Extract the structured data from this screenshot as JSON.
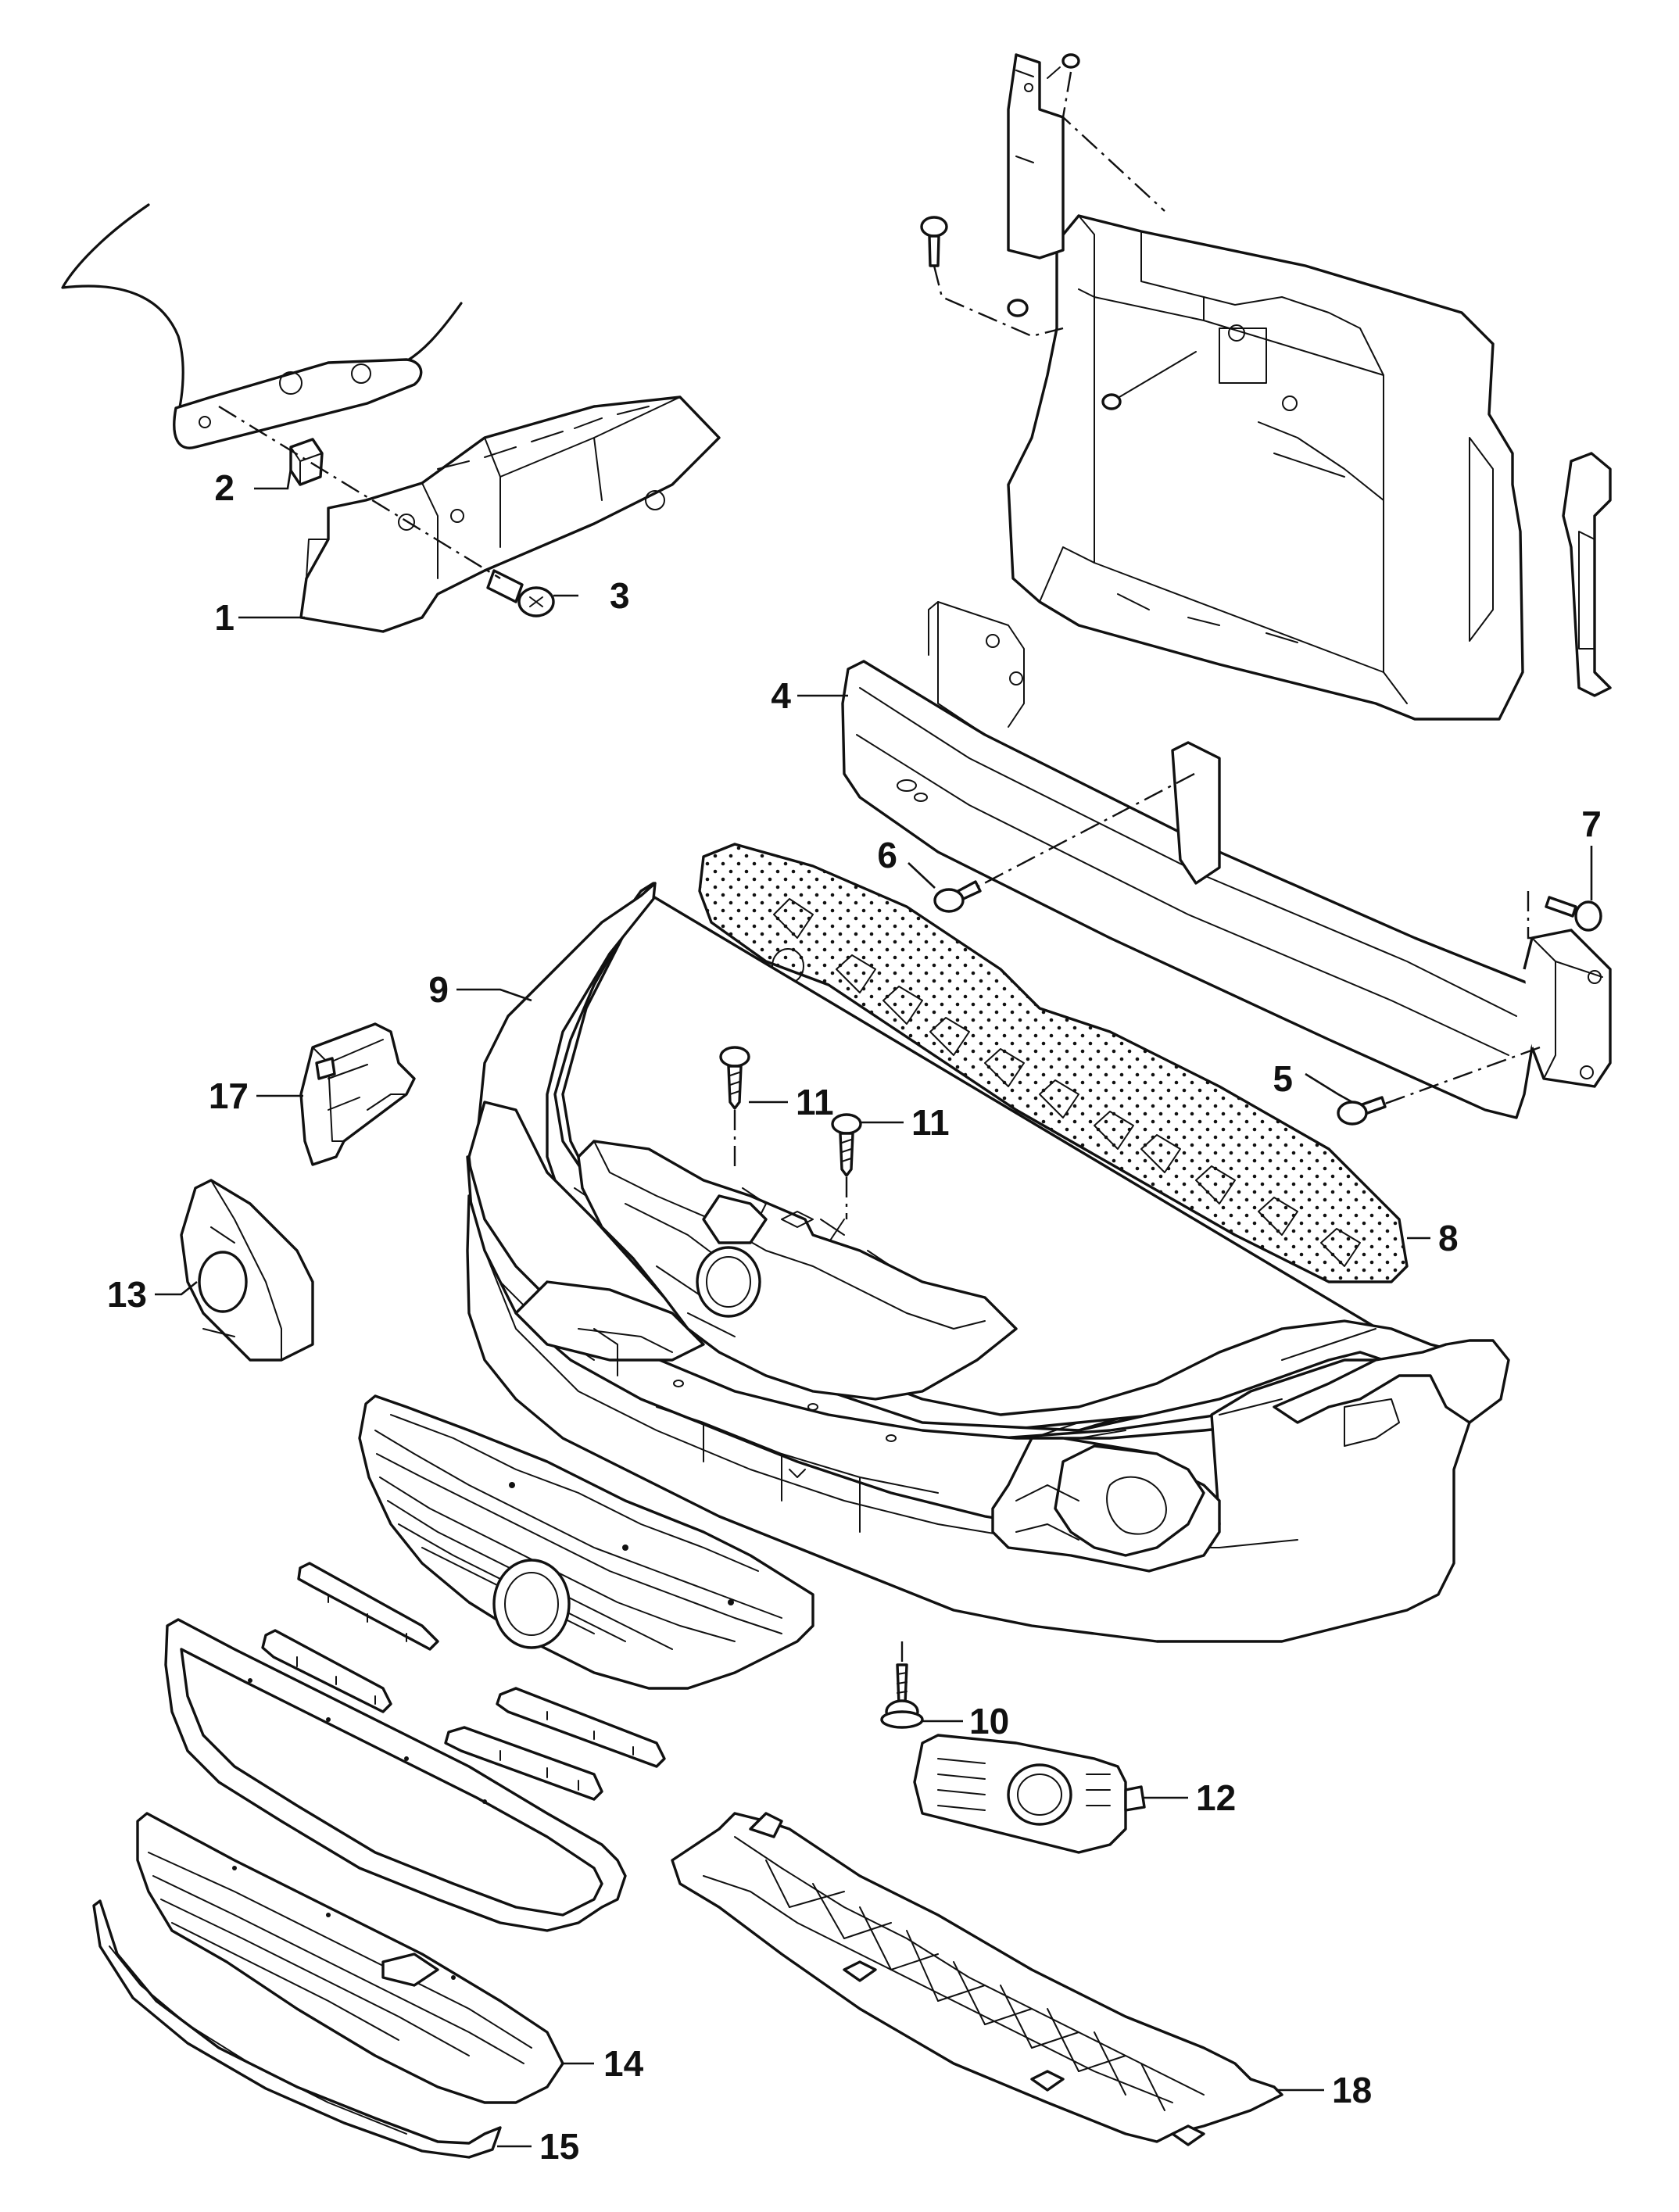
{
  "callouts": [
    {
      "id": "1",
      "label": "1"
    },
    {
      "id": "2",
      "label": "2"
    },
    {
      "id": "3",
      "label": "3"
    },
    {
      "id": "4",
      "label": "4"
    },
    {
      "id": "5",
      "label": "5"
    },
    {
      "id": "6",
      "label": "6"
    },
    {
      "id": "7",
      "label": "7"
    },
    {
      "id": "8",
      "label": "8"
    },
    {
      "id": "9",
      "label": "9"
    },
    {
      "id": "10",
      "label": "10"
    },
    {
      "id": "11a",
      "label": "11"
    },
    {
      "id": "11b",
      "label": "11"
    },
    {
      "id": "12",
      "label": "12"
    },
    {
      "id": "13",
      "label": "13"
    },
    {
      "id": "14",
      "label": "14"
    },
    {
      "id": "15",
      "label": "15"
    },
    {
      "id": "17",
      "label": "17"
    },
    {
      "id": "18",
      "label": "18"
    }
  ]
}
